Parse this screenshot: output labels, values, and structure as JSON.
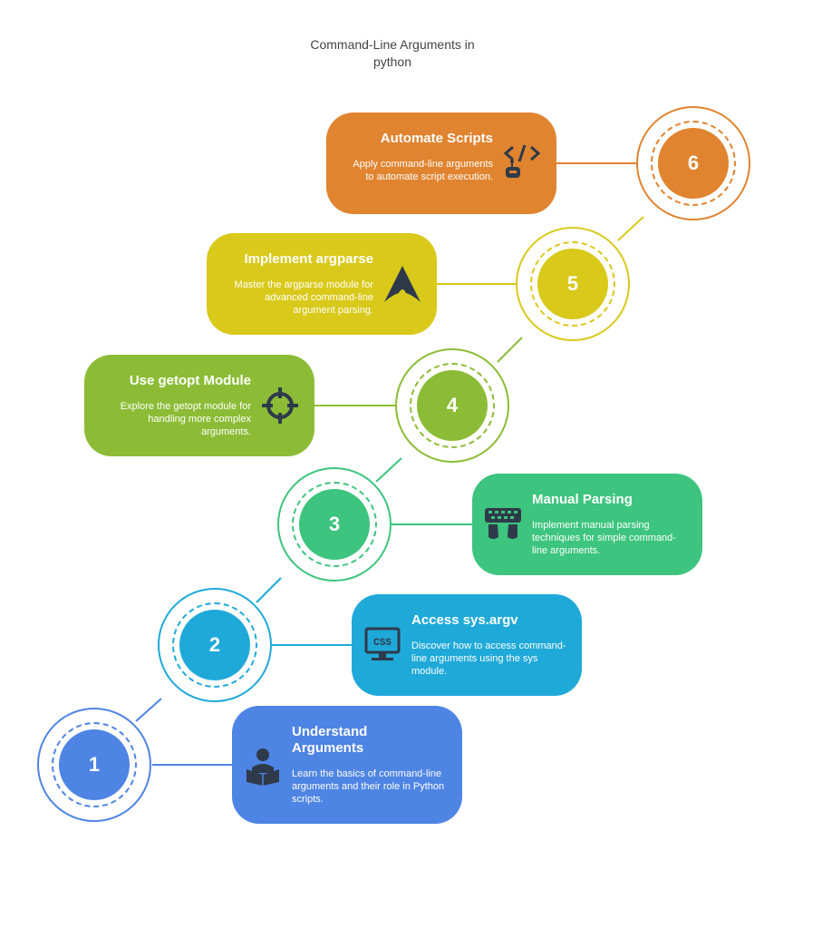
{
  "title_lines": [
    "Command-Line Arguments in",
    "python"
  ],
  "steps": [
    {
      "number": "1",
      "title_lines": [
        "Understand",
        "Arguments"
      ],
      "description": "Learn the basics of command-line arguments and their role in Python scripts.",
      "color": "#4e84e4",
      "icon": "person-reading-icon"
    },
    {
      "number": "2",
      "title_lines": [
        "Access sys.argv"
      ],
      "description": "Discover how to access command-line arguments using the sys module.",
      "color": "#1fa9d9",
      "icon": "css-monitor-icon"
    },
    {
      "number": "3",
      "title_lines": [
        "Manual Parsing"
      ],
      "description": "Implement manual parsing techniques for simple command-line arguments.",
      "color": "#3dc47e",
      "icon": "typing-keyboard-icon"
    },
    {
      "number": "4",
      "title_lines": [
        "Use getopt Module"
      ],
      "description": "Explore the getopt module for handling more complex arguments.",
      "color": "#8cbc36",
      "icon": "crosshair-icon"
    },
    {
      "number": "5",
      "title_lines": [
        "Implement argparse"
      ],
      "description": "Master the argparse module for advanced command-line argument parsing.",
      "color": "#d9c91a",
      "icon": "arch-logo-icon"
    },
    {
      "number": "6",
      "title_lines": [
        "Automate Scripts"
      ],
      "description": "Apply command-line arguments to automate script execution.",
      "color": "#e08430",
      "icon": "code-robot-icon"
    }
  ]
}
